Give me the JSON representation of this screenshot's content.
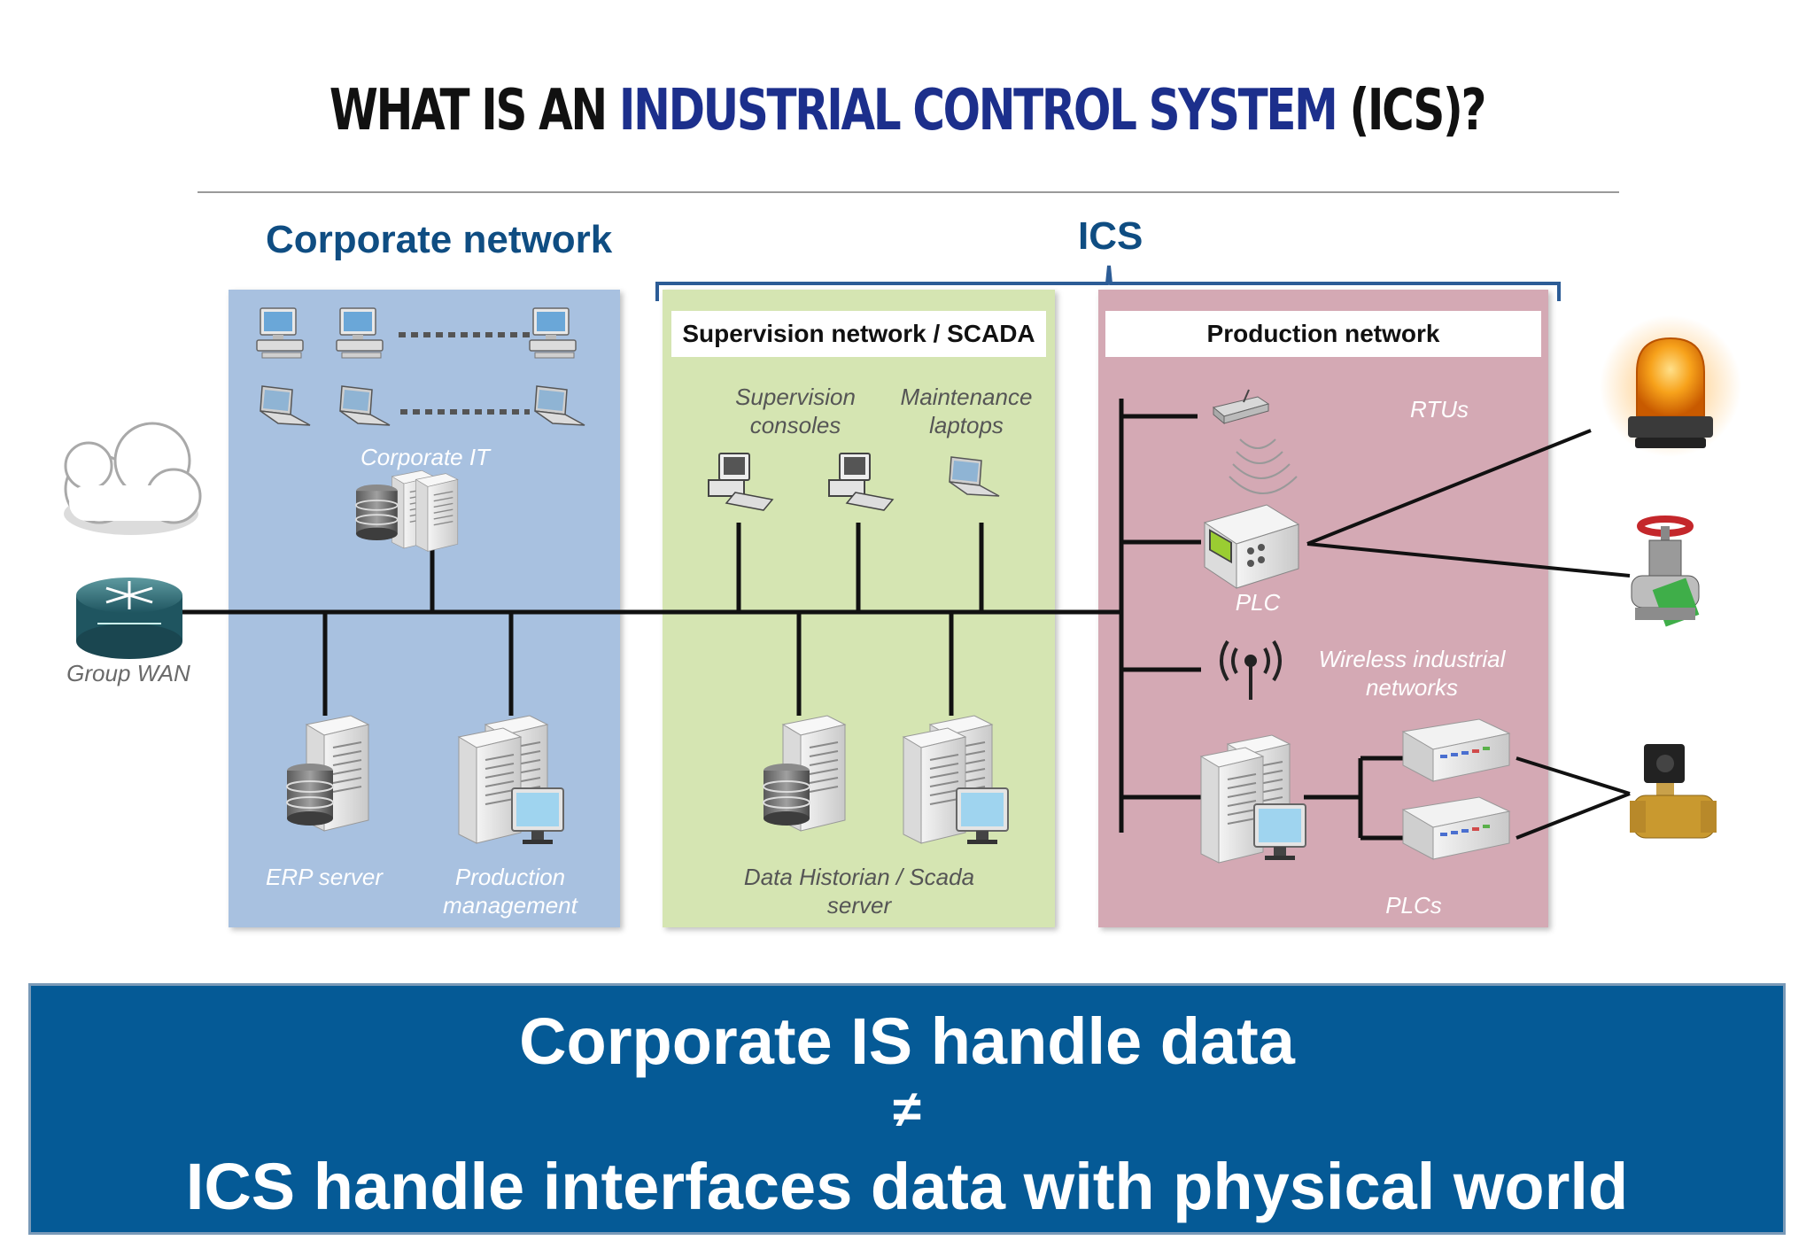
{
  "title": {
    "part1": "WHAT IS AN ",
    "highlight": "INDUSTRIAL CONTROL SYSTEM",
    "part2": " (ICS)?"
  },
  "headings": {
    "corporate": "Corporate network",
    "ics": "ICS"
  },
  "zones": {
    "supervision": {
      "title": "Supervision network / SCADA"
    },
    "production": {
      "title": "Production network"
    }
  },
  "labels": {
    "corporate_it": "Corporate IT",
    "group_wan": "Group WAN",
    "erp_server": "ERP server",
    "production_management": "Production management",
    "supervision_consoles": "Supervision consoles",
    "maintenance_laptops": "Maintenance laptops",
    "data_historian": "Data Historian / Scada server",
    "rtus": "RTUs",
    "plc": "PLC",
    "wireless": "Wireless industrial networks",
    "plcs": "PLCs"
  },
  "banner": {
    "line1": "Corporate IS handle data",
    "line2": "≠",
    "line3": "ICS handle interfaces data with physical world"
  },
  "colors": {
    "title_highlight": "#1c2f8c",
    "heading": "#0f4d82",
    "corporate_zone": "#a8c1e0",
    "supervision_zone": "#d5e5b2",
    "production_zone": "#d4a9b4",
    "banner": "#055a96"
  },
  "icons": [
    "cloud-icon",
    "router-icon",
    "desktop-icon",
    "laptop-icon",
    "database-icon",
    "server-icon",
    "workstation-icon",
    "rtu-icon",
    "plc-icon",
    "antenna-icon",
    "siren-icon",
    "valve-icon",
    "solenoid-valve-icon"
  ]
}
